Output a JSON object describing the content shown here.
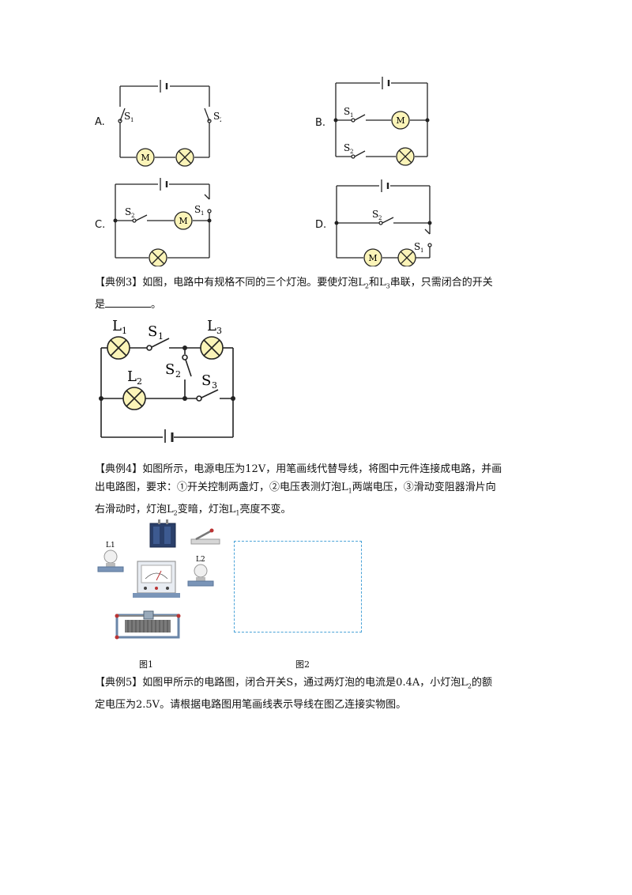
{
  "options": [
    {
      "label": "A."
    },
    {
      "label": "B."
    },
    {
      "label": "C."
    },
    {
      "label": "D."
    }
  ],
  "symbols": {
    "s1": "S",
    "s2": "S",
    "s3": "S",
    "motor": "M",
    "lamp": "L",
    "sub1": "1",
    "sub2": "2",
    "sub3": "3"
  },
  "example3": {
    "lead": "【典例3】如图，电路中有规格不同的三个灯泡。要使灯泡L",
    "mid1": "和L",
    "mid2": "串联，只需闭合的开关",
    "line2": "是",
    "end": "。"
  },
  "example4": {
    "line1": "【典例4】如图所示，电源电压为12V，用笔画线代替导线，将图中元件连接成电路，并画",
    "line2a": "出电路图，要求：①开关控制两盏灯，②电压表测灯泡L",
    "line2b": "两端电压，③滑动变阻器滑片向",
    "line3a": "右滑动时，灯泡L",
    "line3b": "变暗，灯泡L",
    "line3c": "亮度不变。",
    "fig1_caption": "图1",
    "fig2_caption": "图2",
    "l1": "L1",
    "l2": "L2"
  },
  "example5": {
    "line1a": "【典例5】如图甲所示的电路图，闭合开关S，通过两灯泡的电流是0.4A，小灯泡L",
    "line1b": "的额",
    "line2": "定电压为2.5V。请根据电路图用笔画线表示导线在图乙连接实物图。"
  }
}
